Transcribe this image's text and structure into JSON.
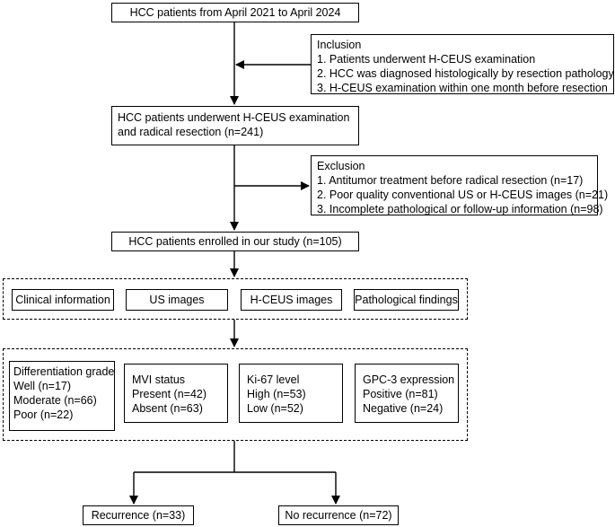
{
  "start": {
    "text": "HCC patients from April 2021 to April 2024"
  },
  "inclusion": {
    "title": "Inclusion",
    "items": [
      "1. Patients underwent H-CEUS examination",
      "2. HCC was diagnosed histologically by resection pathology",
      "3. H-CEUS examination within one month before resection"
    ]
  },
  "cohort": {
    "lines": [
      "HCC patients underwent H-CEUS examination",
      "and radical resection (n=241)"
    ]
  },
  "exclusion": {
    "title": "Exclusion",
    "items": [
      "1. Antitumor treatment before radical resection (n=17)",
      "2. Poor quality conventional US or H-CEUS images (n=21)",
      "3. Incomplete pathological or follow-up information (n=98)"
    ]
  },
  "enrolled": {
    "text": "HCC patients enrolled in our study  (n=105)"
  },
  "data_sources": [
    "Clinical information",
    "US images",
    "H-CEUS images",
    "Pathological findings"
  ],
  "pathology": [
    {
      "lines": [
        "Differentiation grade",
        "Well (n=17)",
        "Moderate (n=66)",
        "Poor (n=22)"
      ]
    },
    {
      "lines": [
        "MVI status",
        "Present (n=42)",
        "Absent (n=63)"
      ]
    },
    {
      "lines": [
        "Ki-67 level",
        "High (n=53)",
        "Low (n=52)"
      ]
    },
    {
      "lines": [
        "GPC-3 expression",
        "Positive (n=81)",
        "Negative (n=24)"
      ]
    }
  ],
  "outcomes": {
    "recurrence": "Recurrence (n=33)",
    "no_recurrence": "No recurrence (n=72)"
  }
}
